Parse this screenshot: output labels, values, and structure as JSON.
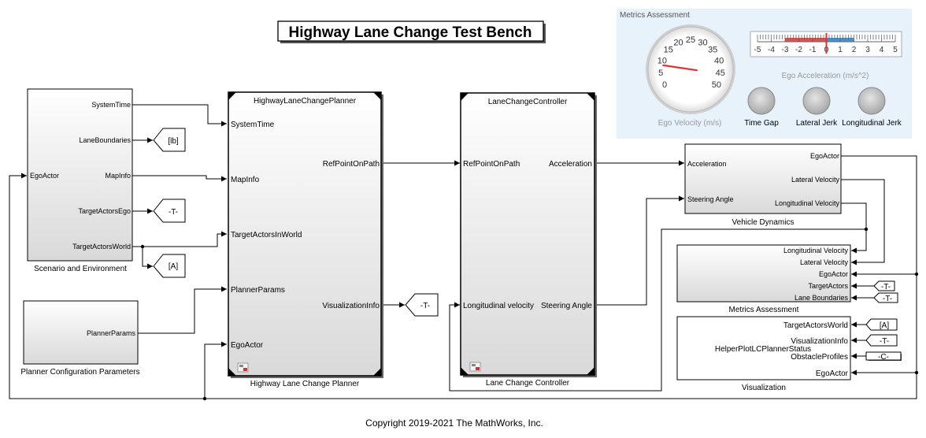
{
  "title": "Highway Lane Change Test Bench",
  "copyright": "Copyright 2019-2021 The MathWorks, Inc.",
  "metrics_panel": {
    "title": "Metrics Assessment",
    "velocity_gauge": {
      "label": "Ego Velocity (m/s)",
      "ticks": [
        "0",
        "5",
        "10",
        "15",
        "20",
        "25",
        "30",
        "35",
        "40",
        "45",
        "50"
      ],
      "value": 8
    },
    "accel_strip": {
      "label": "Ego Acceleration (m/s^2)",
      "ticks": [
        "-5",
        "-4",
        "-3",
        "-2",
        "-1",
        "0",
        "1",
        "2",
        "3",
        "4",
        "5"
      ],
      "value": 0,
      "red_range": [
        -3,
        0
      ],
      "blue_range": [
        0,
        2
      ]
    },
    "lamps": [
      {
        "label": "Time Gap"
      },
      {
        "label": "Lateral Jerk"
      },
      {
        "label": "Longitudinal Jerk"
      }
    ]
  },
  "blocks": {
    "scenario": {
      "label": "Scenario and Environment",
      "inputs": [
        "EgoActor"
      ],
      "outputs": [
        "SystemTime",
        "LaneBoundaries",
        "MapInfo",
        "TargetActorsEgo",
        "TargetActorsWorld"
      ]
    },
    "planner_config": {
      "label": "Planner Configuration Parameters",
      "outputs": [
        "PlannerParams"
      ]
    },
    "planner": {
      "header": "HighwayLaneChangePlanner",
      "label": "Highway Lane Change Planner",
      "inputs": [
        "SystemTime",
        "MapInfo",
        "TargetActorsInWorld",
        "PlannerParams",
        "EgoActor"
      ],
      "outputs": [
        "RefPointOnPath",
        "VisualizationInfo"
      ]
    },
    "controller": {
      "header": "LaneChangeController",
      "label": "Lane Change Controller",
      "inputs": [
        "RefPointOnPath",
        "Longitudinal velocity"
      ],
      "outputs": [
        "Acceleration",
        "Steering Angle"
      ]
    },
    "dynamics": {
      "label": "Vehicle Dynamics",
      "inputs": [
        "Acceleration",
        "Steering Angle"
      ],
      "outputs": [
        "EgoActor",
        "Lateral Velocity",
        "Longitudinal Velocity"
      ]
    },
    "metrics": {
      "label": "Metrics Assessment",
      "inputs": [
        "Longitudinal Velocity",
        "Lateral Velocity",
        "EgoActor",
        "TargetActors",
        "Lane Boundaries"
      ]
    },
    "visualization": {
      "label": "Visualization",
      "center": "HelperPlotLCPlannerStatus",
      "inputs": [
        "TargetActorsWorld",
        "VisualizationInfo",
        "ObstacleProfiles",
        "EgoActor"
      ]
    }
  },
  "tags": {
    "goto_lb": "[lb]",
    "goto_t_scenario": "-T-",
    "goto_a": "[A]",
    "goto_t_planner": "-T-",
    "from_t_metrics1": "-T-",
    "from_t_metrics2": "-T-",
    "from_a_vis": "[A]",
    "from_t_vis": "-T-",
    "const_c": "-C-"
  }
}
